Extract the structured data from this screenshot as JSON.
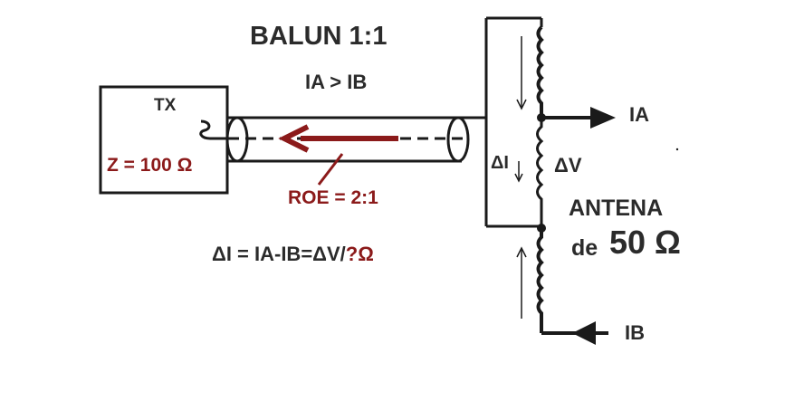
{
  "title": "BALUN 1:1",
  "current_relation": "IA > IB",
  "tx_label": "TX",
  "impedance_label": "Z = 100 Ω",
  "roe_label": "ROE = 2:1",
  "equation": {
    "main": "ΔI = IA-IB=ΔV/",
    "unknown": "?Ω"
  },
  "delta_i_label": "ΔI",
  "delta_v_label": "ΔV",
  "ia_label": "IA",
  "ib_label": "IB",
  "antenna": {
    "line1": "ANTENA",
    "de": "de",
    "value": "50 Ω"
  },
  "colors": {
    "ink": "#1a1a1a",
    "accent_red": "#8b1a1a"
  }
}
